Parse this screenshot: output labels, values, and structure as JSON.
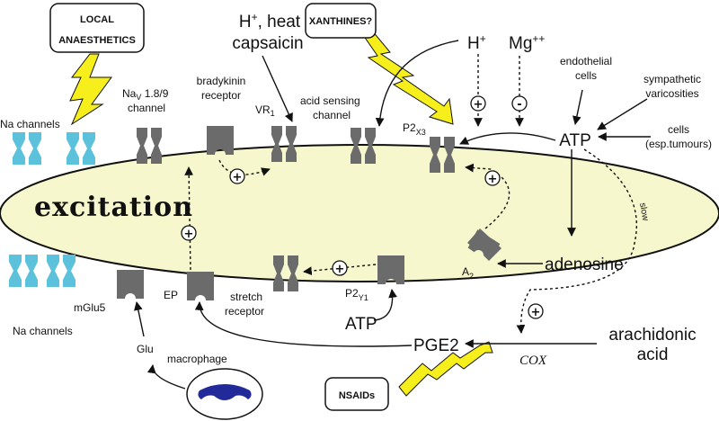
{
  "boxes": {
    "local_anaesthetics_1": "LOCAL",
    "local_anaesthetics_2": "ANAESTHETICS",
    "xanthines": "XANTHINES?",
    "nsaids": "NSAIDs"
  },
  "main": {
    "excitation": "excitation"
  },
  "labels": {
    "na_channels_top": "Na channels",
    "na_channels_bottom": "Na channels",
    "nav_main": "Na",
    "nav_sub": "V",
    "nav_rest": " 1.8/9",
    "nav_line2": "channel",
    "bradykinin_1": "bradykinin",
    "bradykinin_2": "receptor",
    "vr1_main": "VR",
    "vr1_sub": "1",
    "h_heat_1a": "H",
    "h_heat_1sup": "+",
    "h_heat_1b": ", heat",
    "h_heat_2": "capsaicin",
    "acid_1": "acid sensing",
    "acid_2": "channel",
    "h_plus": "H",
    "h_plus_sup": "+",
    "mg": "Mg",
    "mg_sup": "++",
    "p2x3_main": "P2",
    "p2x3_sub": "X3",
    "endothelial_1": "endothelial",
    "endothelial_2": "cells",
    "sympathetic_1": "sympathetic",
    "sympathetic_2": "varicosities",
    "cells_1": "cells",
    "cells_2": "(esp.tumours)",
    "atp_right": "ATP",
    "slow": "slow",
    "adenosine": "adenosine",
    "a2_main": "A",
    "a2_sub": "2",
    "p2y1_main": "P2",
    "p2y1_sub": "Y1",
    "atp_bottom": "ATP",
    "stretch_1": "stretch",
    "stretch_2": "receptor",
    "ep": "EP",
    "mglu5": "mGlu5",
    "glu": "Glu",
    "macrophage": "macrophage",
    "pge2": "PGE2",
    "arachidonic_1": "arachidonic",
    "arachidonic_2": "acid",
    "cox": "COX"
  },
  "signs": {
    "plus": "+",
    "minus": "-"
  },
  "colors": {
    "cell_fill": "#f6f7cc",
    "na_channel": "#5cc2dc",
    "receptor": "#6b6b6b",
    "lightning": "#f6ef1b",
    "macrophage_nucleus": "#222a9a"
  }
}
